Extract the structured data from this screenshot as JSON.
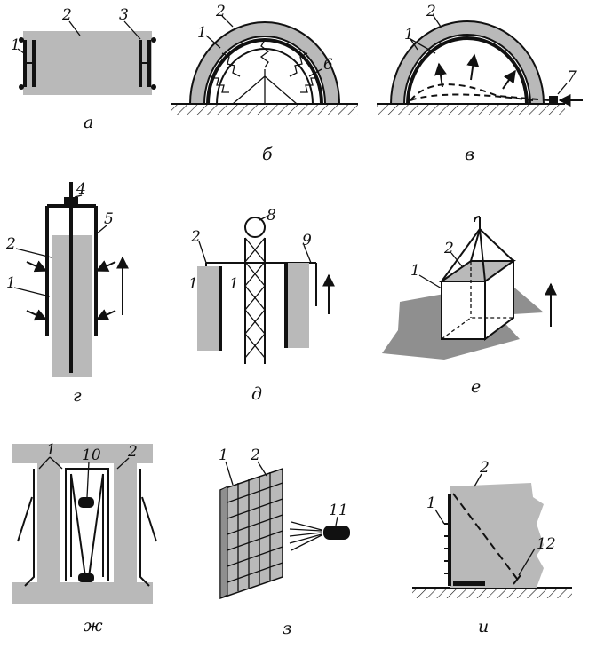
{
  "panels": {
    "a": {
      "caption": "а",
      "labels": [
        "1",
        "2",
        "3"
      ]
    },
    "b": {
      "caption": "б",
      "labels": [
        "2",
        "1",
        "6"
      ]
    },
    "v": {
      "caption": "в",
      "labels": [
        "2",
        "1",
        "7"
      ]
    },
    "g": {
      "caption": "г",
      "labels": [
        "4",
        "5",
        "2",
        "1"
      ]
    },
    "d": {
      "caption": "д",
      "labels": [
        "8",
        "2",
        "1",
        "1",
        "9"
      ]
    },
    "e": {
      "caption": "е",
      "labels": [
        "2",
        "1"
      ]
    },
    "zh": {
      "caption": "ж",
      "labels": [
        "1",
        "10",
        "2"
      ]
    },
    "z": {
      "caption": "з",
      "labels": [
        "1",
        "2",
        "11"
      ]
    },
    "i": {
      "caption": "и",
      "labels": [
        "2",
        "1",
        "12"
      ]
    }
  },
  "colors": {
    "ink": "#111111",
    "concrete": "#b9b9b9",
    "dark": "#8f8f8f"
  }
}
